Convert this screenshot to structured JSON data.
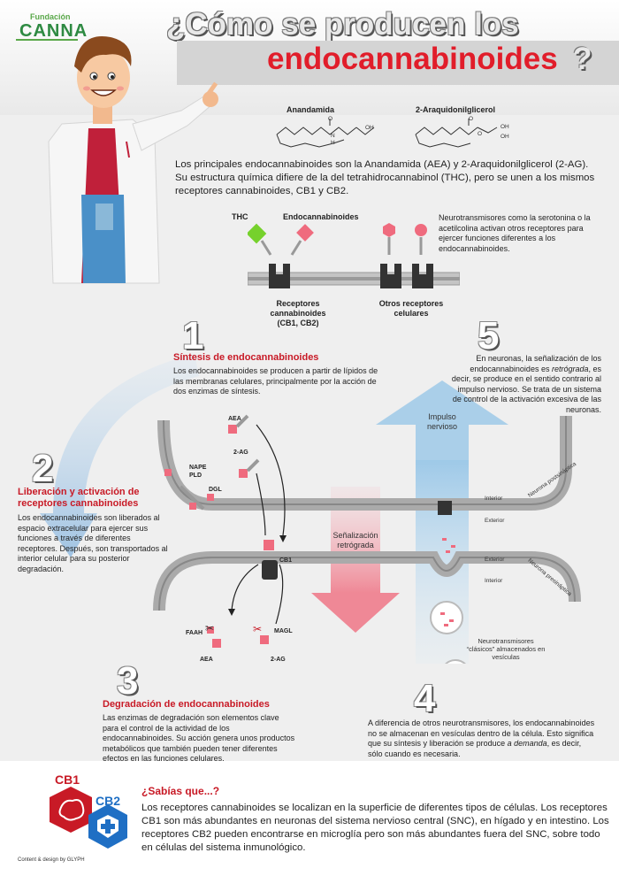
{
  "logo": {
    "org": "Fundación",
    "name": "CANNA"
  },
  "title": {
    "line1": "¿Cómo se producen los",
    "line2": "endocannabinoides",
    "question_mark": "?"
  },
  "molecules": {
    "left": "Anandamida",
    "right": "2-Araquidonilglicerol",
    "atom_o": "O",
    "atom_h": "H",
    "atom_n": "N",
    "atom_oh": "OH"
  },
  "intro": "Los principales endocannabinoides son la Anandamida (AEA) y 2-Araquidonilglicerol (2-AG). Su estructura química difiere de la del tetrahidrocannabinol (THC), pero se unen a los mismos receptores cannabinoides, CB1 y  CB2.",
  "receptors": {
    "thc": "THC",
    "endo": "Endocannabinoides",
    "cb_line1": "Receptores",
    "cb_line2": "cannabinoides",
    "cb_line3": "(CB1, CB2)",
    "other_line1": "Otros receptores",
    "other_line2": "celulares",
    "note": "Neurotransmisores como la serotonina o la acetilcolina activan otros receptores para ejercer funciones diferentes a los endocannabinoides."
  },
  "step1": {
    "num": "1",
    "title": "Síntesis de endocannabinoides",
    "text": "Los endocannabinoides se producen a partir de lípidos de las membranas celulares, principalmente por la acción de dos enzimas de síntesis."
  },
  "step2": {
    "num": "2",
    "title_line1": "Liberación y activación de",
    "title_line2": "receptores cannabinoides",
    "text": "Los endocannabinoides son liberados al espacio extracelular para ejercer sus funciones a través de diferentes receptores. Después, son transportados al interior celular para su posterior degradación."
  },
  "step3": {
    "num": "3",
    "title": "Degradación de endocannabinoides",
    "text": "Las enzimas de degradación son elementos clave para el control de la actividad de los endocannabinoides. Su acción genera unos productos metabólicos que también pueden tener diferentes efectos en las funciones celulares."
  },
  "step4": {
    "num": "4",
    "text_a": "A diferencia de  otros neurotransmisores, los endocannabinoides no se almacenan en vesículas dentro de la célula. Esto significa que su síntesis y liberación se produce ",
    "text_em": "a demanda",
    "text_b": ", es decir, sólo cuando es necesaria."
  },
  "step5": {
    "num": "5",
    "text_a": "En neuronas, la señalización de los endocannabinoides es ",
    "text_em": "retrógrada",
    "text_b": ", es decir, se produce en el sentido contrario al impulso nervioso. Se trata de un sistema de control de la activación excesiva de las neuronas."
  },
  "diagram": {
    "aea": "AEA",
    "two_ag": "2-AG",
    "nape_line1": "NAPE",
    "nape_line2": "PLD",
    "dgl": "DGL",
    "cb1": "CB1",
    "faah": "FAAH",
    "magl": "MAGL",
    "aea_bottom": "AEA",
    "two_ag_bottom": "2-AG",
    "interior_top": "Interior",
    "exterior_top": "Exterior",
    "exterior_bottom": "Exterior",
    "interior_bottom": "Interior",
    "neurona_post": "Neurona postsináptica",
    "neurona_pre": "Neurona presináptica",
    "impulso_line1": "Impulso",
    "impulso_line2": "nervioso",
    "senal_line1": "Señalización",
    "senal_line2": "retrógrada",
    "vesicle_line1": "Neurotransmisores",
    "vesicle_line2": "“clásicos” almacenados en",
    "vesicle_line3": "vesículas"
  },
  "sabias": {
    "cb1": "CB1",
    "cb2": "CB2",
    "title": "¿Sabías que...?",
    "text": "Los receptores cannabinoides se localizan en la superficie de diferentes tipos de células. Los receptores CB1 son más abundantes en neuronas del sistema nervioso central (SNC), en hígado y en intestino. Los receptores CB2 pueden encontrarse en microglía pero son más abundantes fuera del SNC, sobre todo en células del sistema inmunológico."
  },
  "credit": "Content & design by GLYPH",
  "colors": {
    "accent_red": "#e11d2a",
    "pink": "#ef6b7e",
    "green": "#76d12c",
    "blue": "#9ec9e8",
    "brand_green": "#2e8a42"
  }
}
